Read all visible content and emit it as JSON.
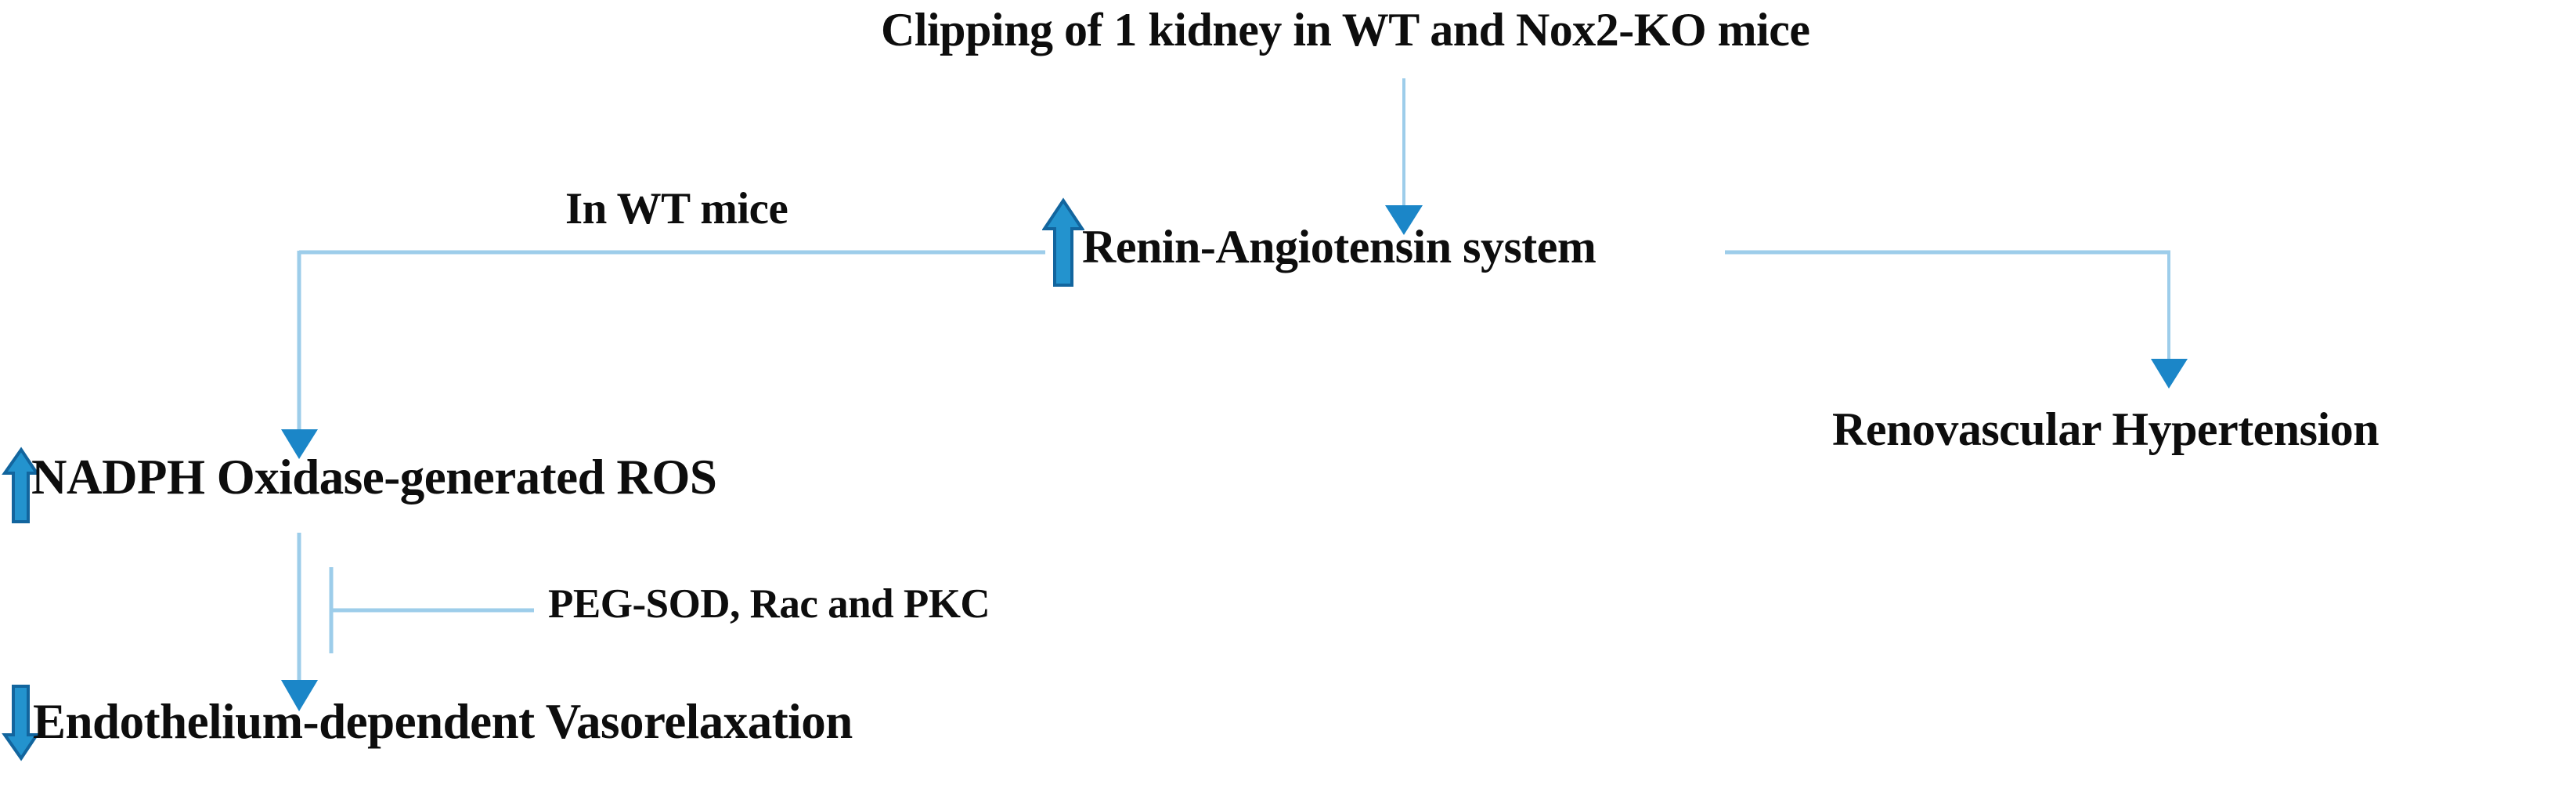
{
  "diagram": {
    "title": "Clipping of 1 kidney in WT and Nox2-KO mice",
    "background_color": "#ffffff",
    "text_color": "#0d0d0d",
    "connector_color": "#9DCDEA",
    "arrowhead_color": "#1B86C8",
    "big_arrow_fill": "#2393CE",
    "big_arrow_stroke": "#12659E"
  },
  "nodes": {
    "title": {
      "label": "Clipping of 1 kidney in WT and Nox2-KO mice",
      "name": "clipping-title"
    },
    "renin": {
      "label": "Renin-Angiotensin system",
      "regulation": "up",
      "regulation_icon": "up-arrow-icon"
    },
    "renovascular": {
      "label": "Renovascular Hypertension",
      "regulation": "none"
    },
    "nadph": {
      "label": "NADPH Oxidase-generated ROS",
      "regulation": "up",
      "regulation_icon": "up-arrow-icon"
    },
    "endothelium": {
      "label": "Endothelium-dependent Vasorelaxation",
      "regulation": "down",
      "regulation_icon": "down-arrow-icon"
    }
  },
  "edge_labels": {
    "in_wt_mice": "In WT mice",
    "inhibitors": "PEG-SOD, Rac and PKC"
  },
  "edges": [
    {
      "name": "title-to-renin",
      "from": "title",
      "to": "renin",
      "type": "arrow"
    },
    {
      "name": "renin-to-nadph",
      "from": "renin",
      "to": "nadph",
      "type": "arrow",
      "label": "In WT mice"
    },
    {
      "name": "renin-to-renovascular",
      "from": "renin",
      "to": "renovascular",
      "type": "arrow"
    },
    {
      "name": "nadph-to-endothelium",
      "from": "nadph",
      "to": "endothelium",
      "type": "arrow"
    },
    {
      "name": "inhibitors-block",
      "from": "inhibitors",
      "to": "nadph-to-endothelium",
      "type": "inhibition",
      "label": "PEG-SOD, Rac and PKC"
    }
  ]
}
